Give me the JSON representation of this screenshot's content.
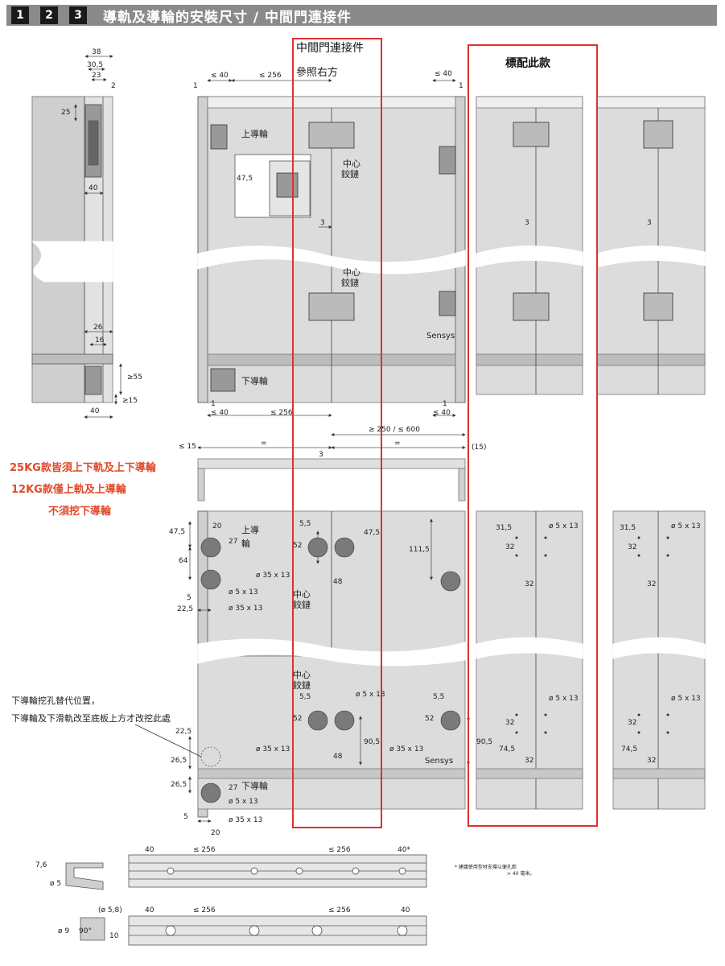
{
  "header": {
    "steps": [
      "1",
      "2",
      "3"
    ],
    "title": "導軌及導輪的安裝尺寸 / 中間門連接件"
  },
  "middle_box": {
    "title": "中間門連接件",
    "subtitle": "參照右方"
  },
  "standard_box": {
    "title": "標配此款"
  },
  "labels": {
    "upper_wheel": "上導輪",
    "lower_wheel": "下導輪",
    "center_hinge": "中心",
    "center_hinge2": "鉸鏈",
    "sensys": "Sensys",
    "upper_guide_a": "上導",
    "upper_guide_b": "輪",
    "lower_guide": "下導輪"
  },
  "notes": {
    "red_1": "25KG款皆須上下軌及上下導輪",
    "red_2": "12KG款僅上軌及上導輪",
    "red_3": "不須挖下導輪",
    "alt_1": "下導輪挖孔替代位置，",
    "alt_2": "下導輪及下滑軌改至底板上方才改挖此處",
    "rail_note_1": "* 建議使用型材支撐以便孔距",
    "rail_note_2": "> 40 毫米。"
  },
  "dims": {
    "d38": "38",
    "d30_5": "30,5",
    "d23": "23",
    "d2": "2",
    "d25": "25",
    "d40a": "40",
    "d26": "26",
    "d16": "16",
    "d55": "≥55",
    "d15": "≥15",
    "d40b": "40",
    "t1a": "1",
    "tle40a": "≤ 40",
    "tle256a": "≤ 256",
    "tle40b": "≤ 40",
    "t1b": "1",
    "d47_5a": "47,5",
    "d3a": "3",
    "d3b": "3",
    "d3c": "3",
    "b1a": "1",
    "ble40a": "≤ 40",
    "ble256": "≤ 256",
    "b1b": "1",
    "ble40b": "≤ 40",
    "range": "≥ 250 / ≤ 600",
    "le15": "≤ 15",
    "eq1": "=",
    "eq2": "=",
    "p15": "(15)",
    "d3d": "3",
    "h47_5": "47,5",
    "h20": "20",
    "h27a": "27",
    "h64": "64",
    "h5a": "5",
    "h22_5": "22,5",
    "hphi5x13a": "ø 5 x 13",
    "hphi35x13a": "ø 35 x 13",
    "m5_5a": "5,5",
    "m52a": "52",
    "m47_5": "47,5",
    "mphi35x13a": "ø 35 x 13",
    "m48a": "48",
    "m111_5": "111,5",
    "r31_5a": "31,5",
    "r32a": "32",
    "r32b": "32",
    "rphi5x13a": "ø 5 x 13",
    "r31_5b": "31,5",
    "r32c": "32",
    "r32d": "32",
    "rphi5x13b": "ø 5 x 13",
    "m5_5b": "5,5",
    "m52b": "52",
    "mphi5x13b": "ø 5 x 13",
    "mphi35x13b": "ø 35 x 13",
    "m48b": "48",
    "m90_5a": "90,5",
    "s5_5": "5,5",
    "s52": "52",
    "sphi35x13": "ø 35 x 13",
    "s90_5": "90,5",
    "r32e": "32",
    "r74_5a": "74,5",
    "r32f": "32",
    "rphi5x13c": "ø 5 x 13",
    "r32g": "32",
    "r74_5b": "74,5",
    "r32h": "32",
    "rphi5x13d": "ø 5 x 13",
    "l22_5": "22,5",
    "l26_5a": "26,5",
    "l26_5b": "26,5",
    "l27": "27",
    "lphi5x13": "ø 5 x 13",
    "l5": "5",
    "lphi35x13": "ø 35 x 13",
    "l20": "20",
    "rail1_40": "40",
    "rail1_le256a": "≤ 256",
    "rail1_le256b": "≤ 256",
    "rail1_40s": "40*",
    "rail1_7_6": "7,6",
    "rail1_phi5": "ø 5",
    "rail2_phi5_8": "(ø 5,8)",
    "rail2_40a": "40",
    "rail2_le256a": "≤ 256",
    "rail2_le256b": "≤ 256",
    "rail2_40b": "40",
    "rail2_phi9": "ø 9",
    "rail2_90": "90°",
    "rail2_10": "10"
  },
  "colors": {
    "panel": "#dcdcdc",
    "panel_edge": "#8a8a8a",
    "hole": "#7a7a7a",
    "redbox": "#e03030",
    "red_text": "#e04a2a",
    "header": "#8a8a8a"
  }
}
